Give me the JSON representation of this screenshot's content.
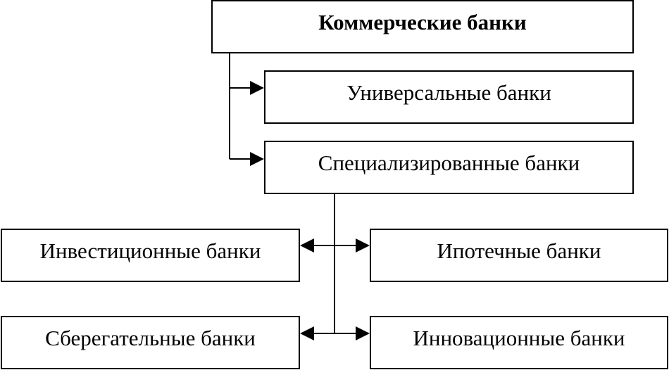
{
  "diagram": {
    "root": {
      "label": "Коммерческие банки"
    },
    "universal": {
      "label": "Универсальные банки"
    },
    "specialized": {
      "label": "Специализированные банки"
    },
    "investment": {
      "label": "Инвестиционные банки"
    },
    "mortgage": {
      "label": "Ипотечные банки"
    },
    "savings": {
      "label": "Сберегательные банки"
    },
    "innovation": {
      "label": "Инновационные банки"
    }
  },
  "colors": {
    "line": "#000000",
    "box_fill": "#ffffff",
    "box_border": "#000000",
    "text": "#000000"
  }
}
